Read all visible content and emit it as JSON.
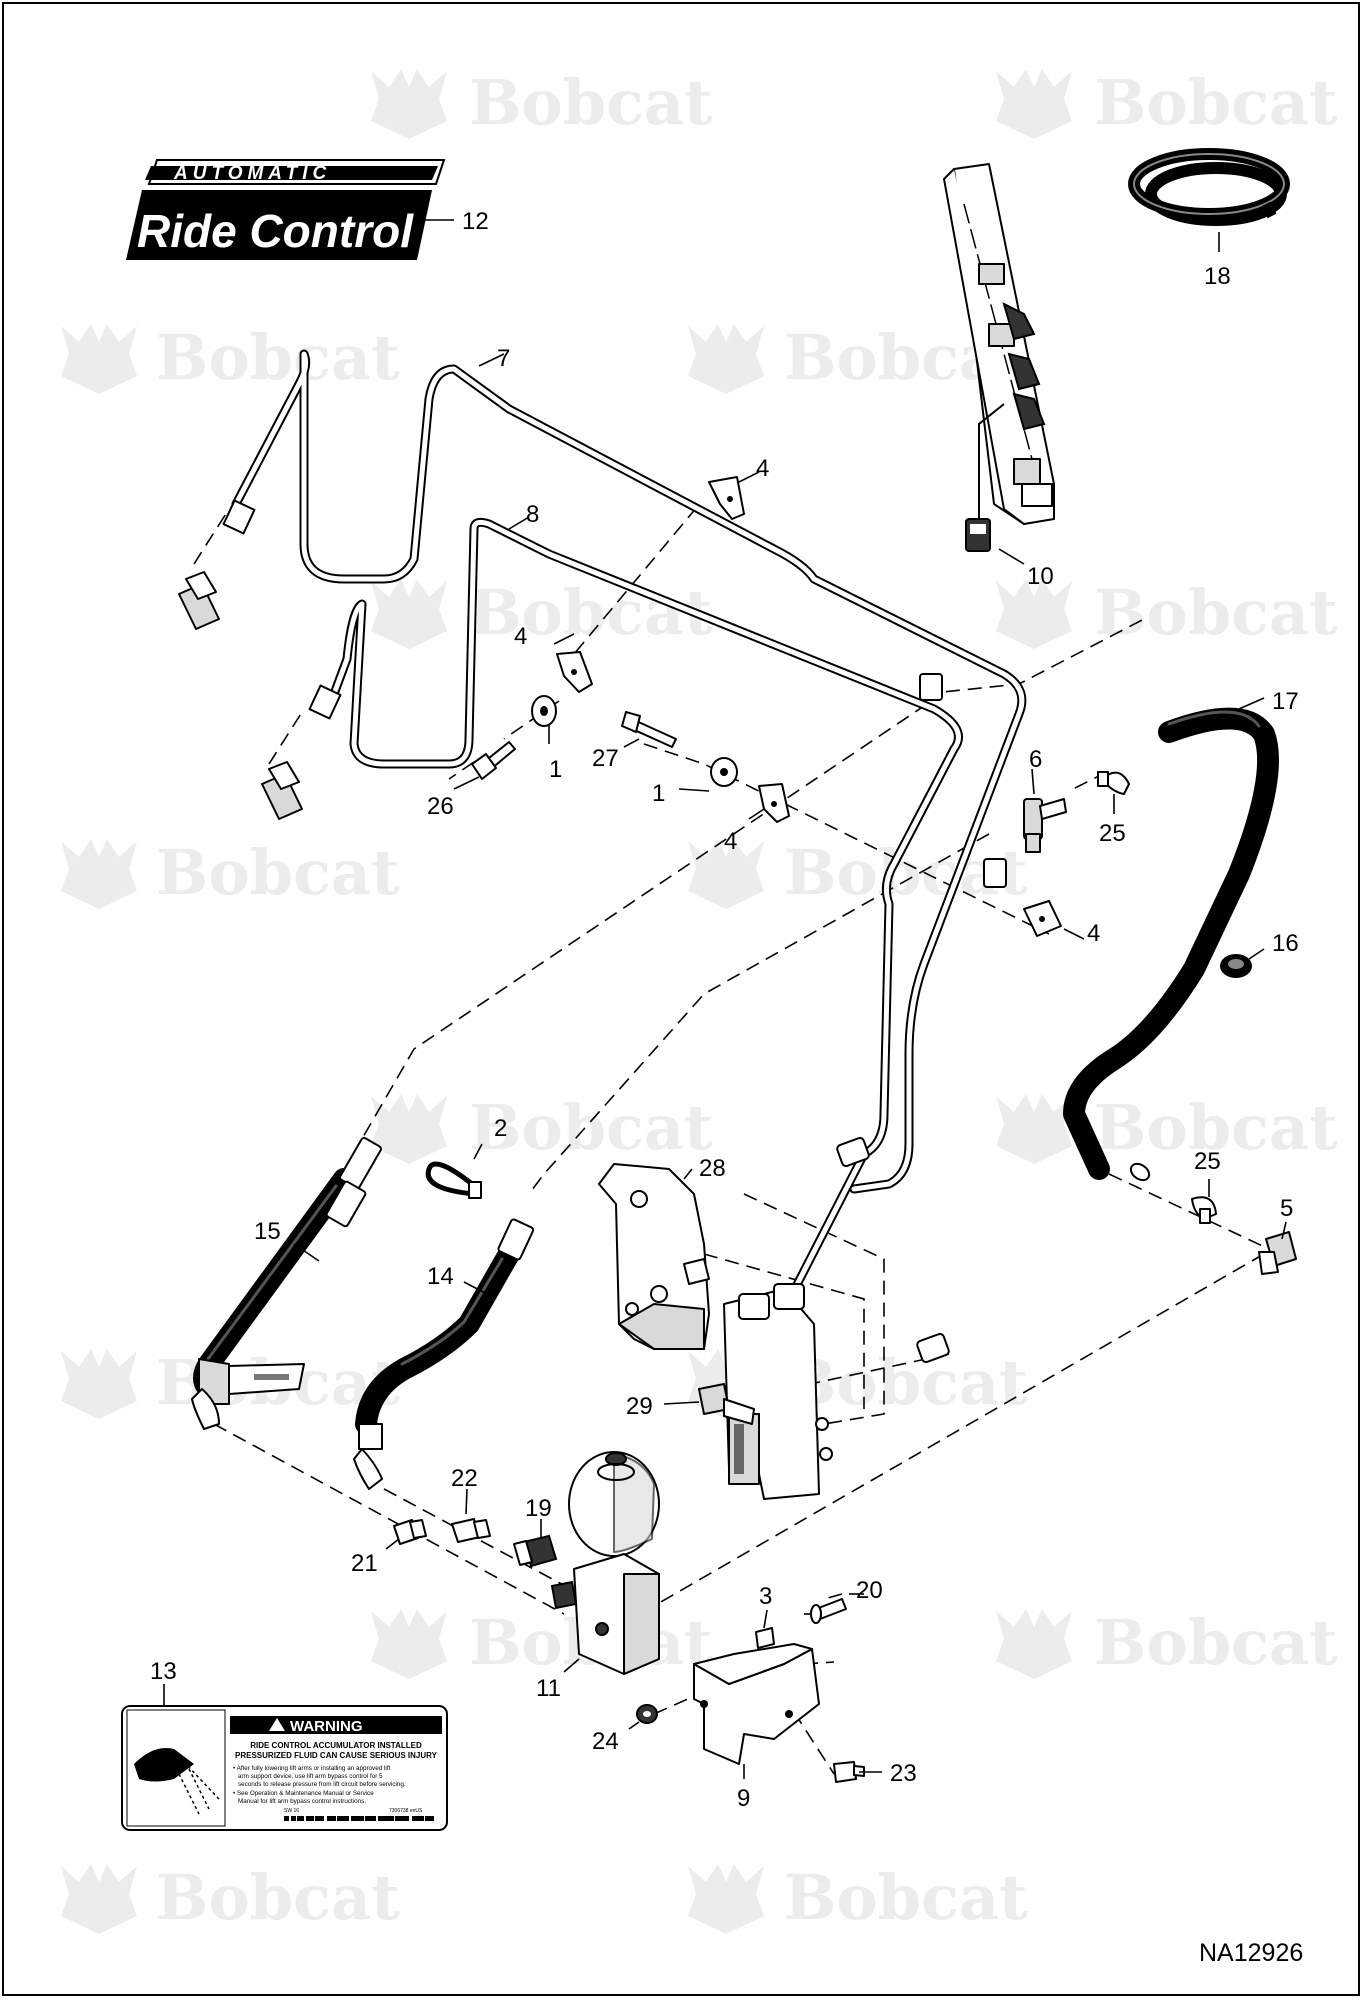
{
  "watermark": "Bobcat",
  "diagram_code": "NA12926",
  "logo": {
    "line1": "AUTOMATIC",
    "line2": "Ride Control"
  },
  "decal": {
    "heading": "WARNING",
    "title_line1": "RIDE CONTROL ACCUMULATOR INSTALLED",
    "title_line2": "PRESSURIZED FLUID CAN CAUSE SERIOUS INJURY",
    "bullet1_line1": "• After fully lowering lift arms or installing an approved lift",
    "bullet1_line2": "arm support device, use lift arm bypass control for 5",
    "bullet1_line3": "seconds to release pressure from lift circuit before servicing.",
    "bullet2_line1": "• See Operation & Maintenance Manual or Service",
    "bullet2_line2": "Manual for lift arm bypass control instructions.",
    "code_left": "SW 16",
    "code_right": "7306738 enUS"
  },
  "callouts": {
    "c1a": "1",
    "c1b": "1",
    "c2": "2",
    "c3": "3",
    "c4a": "4",
    "c4b": "4",
    "c4c": "4",
    "c4d": "4",
    "c5": "5",
    "c6": "6",
    "c7": "7",
    "c8": "8",
    "c9": "9",
    "c10": "10",
    "c11": "11",
    "c12": "12",
    "c13": "13",
    "c14": "14",
    "c15": "15",
    "c16": "16",
    "c17": "17",
    "c18": "18",
    "c19": "19",
    "c20": "20",
    "c21": "21",
    "c22": "22",
    "c23": "23",
    "c24": "24",
    "c25a": "25",
    "c25b": "25",
    "c26": "26",
    "c27": "27",
    "c28": "28",
    "c29": "29"
  }
}
